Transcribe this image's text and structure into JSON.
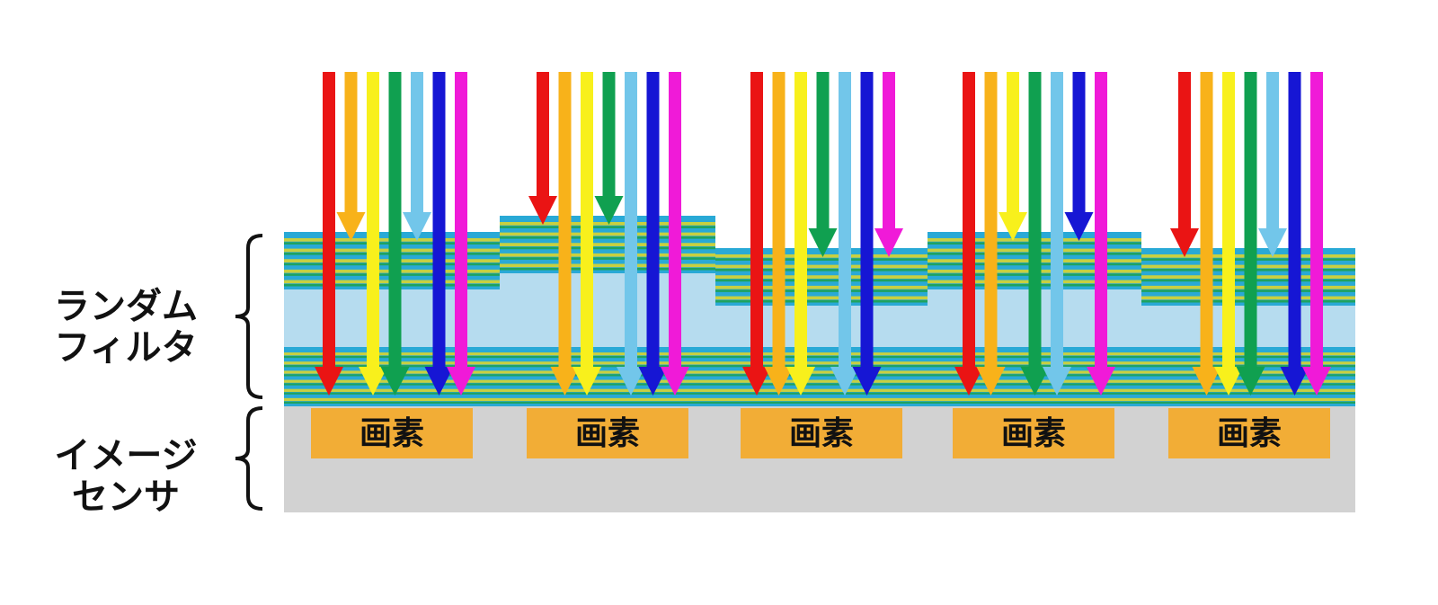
{
  "labels": {
    "filter_line1": "ランダム",
    "filter_line2": "フィルタ",
    "sensor_line1": "イメージ",
    "sensor_line2": "センサ",
    "pixel": "画素"
  },
  "colors": {
    "background": "#ffffff",
    "filter_body": "#b6dcef",
    "layer_blue": "#29a9d6",
    "layer_yellow": "#c8d040",
    "layer_green": "#1fa25f",
    "sensor": "#d2d2d2",
    "pixel": "#f2ad36",
    "bracket": "#111111"
  },
  "light_colors": [
    {
      "name": "red",
      "hex": "#ea1414"
    },
    {
      "name": "orange",
      "hex": "#f8b21a"
    },
    {
      "name": "yellow",
      "hex": "#f8f01c"
    },
    {
      "name": "green",
      "hex": "#10a050"
    },
    {
      "name": "light-blue",
      "hex": "#72c6ea"
    },
    {
      "name": "blue",
      "hex": "#1616d4"
    },
    {
      "name": "magenta",
      "hex": "#f01ad8"
    }
  ],
  "pixels": [
    {
      "label_key": "pixel",
      "blocked_upper": [
        "orange",
        "light-blue"
      ]
    },
    {
      "label_key": "pixel",
      "blocked_upper": [
        "red",
        "green"
      ]
    },
    {
      "label_key": "pixel",
      "blocked_upper": [
        "green",
        "magenta"
      ]
    },
    {
      "label_key": "pixel",
      "blocked_upper": [
        "yellow",
        "blue"
      ]
    },
    {
      "label_key": "pixel",
      "blocked_upper": [
        "red",
        "light-blue"
      ]
    }
  ]
}
